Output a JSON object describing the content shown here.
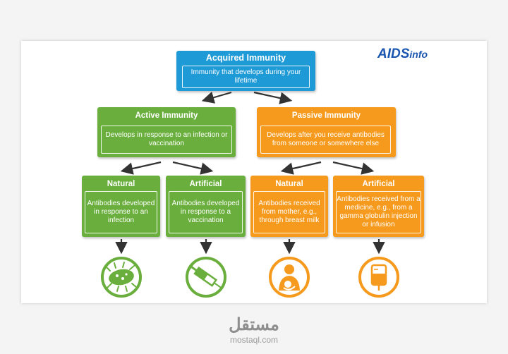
{
  "logo": {
    "part1": "AIDS",
    "part2": "info"
  },
  "root": {
    "title": "Acquired Immunity",
    "desc": "Immunity that develops during your lifetime"
  },
  "active": {
    "title": "Active Immunity",
    "desc": "Develops in response to an infection or vaccination",
    "natural": {
      "title": "Natural",
      "desc": "Antibodies developed in response to an infection"
    },
    "artificial": {
      "title": "Artificial",
      "desc": "Antibodies developed in response to a vaccination"
    }
  },
  "passive": {
    "title": "Passive Immunity",
    "desc": "Develops after you receive antibodies from someone or somewhere else",
    "natural": {
      "title": "Natural",
      "desc": "Antibodies received from mother, e.g., through breast milk"
    },
    "artificial": {
      "title": "Artificial",
      "desc": "Antibodies received from a medicine, e.g., from a gamma globulin injection or infusion"
    }
  },
  "icons": [
    "bacteria-icon",
    "syringe-icon",
    "mother-breastfeeding-icon",
    "iv-bag-icon"
  ],
  "colors": {
    "blue": "#1e9ad6",
    "green": "#6aaf3d",
    "orange": "#f59a1c",
    "arrow": "#333333"
  },
  "watermark": {
    "arabic": "مستقل",
    "latin": "mostaql.com"
  }
}
